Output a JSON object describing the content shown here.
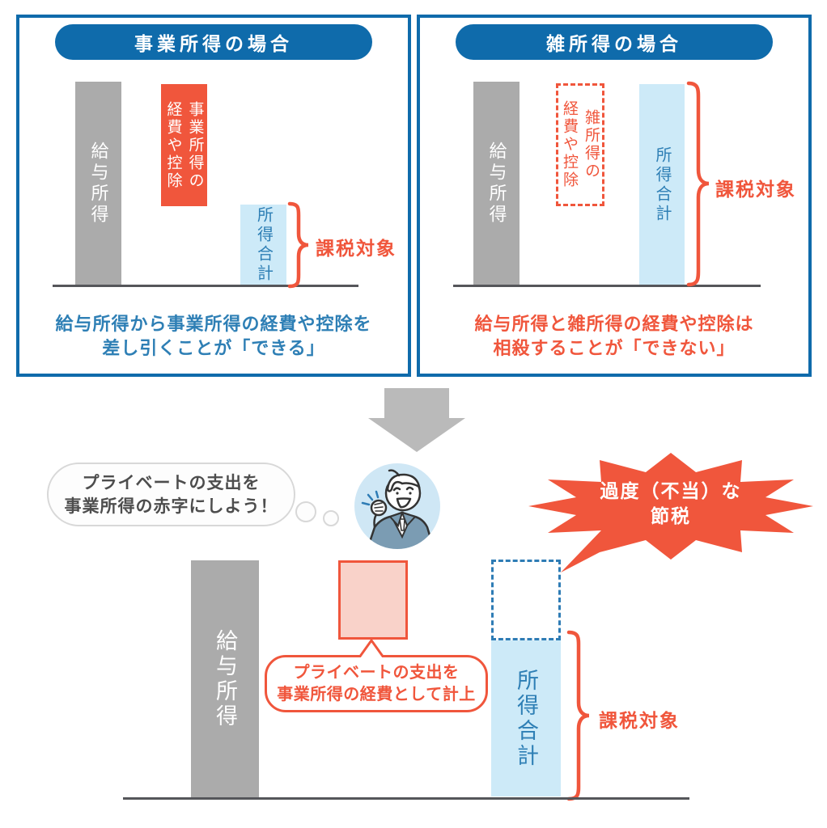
{
  "colors": {
    "brand_blue": "#0f6bab",
    "text_blue": "#2e7fb5",
    "coral": "#f0563c",
    "pink_fill": "#f9d2c9",
    "light_blue_fill": "#cdeaf8",
    "gray_bar": "#ababab",
    "arrow_gray": "#bababa",
    "baseline_gray": "#55565a"
  },
  "panels": {
    "business": {
      "title": "事業所得の場合",
      "salary_bar_label": "給与所得",
      "expense_bar_col1": "事業所得の",
      "expense_bar_col2": "経費や控除",
      "total_bar_label": "所得合計",
      "brace_label": "課税対象",
      "caption_line1": "給与所得から事業所得の経費や控除を",
      "caption_line2": "差し引くことが「できる」"
    },
    "misc": {
      "title": "雑所得の場合",
      "salary_bar_label": "給与所得",
      "expense_bar_col1": "雑所得の",
      "expense_bar_col2": "経費や控除",
      "total_bar_label": "所得合計",
      "brace_label": "課税対象",
      "caption_line1": "給与所得と雑所得の経費や控除は",
      "caption_line2": "相殺することが「できない」"
    }
  },
  "bottom": {
    "thought_line1": "プライベートの支出を",
    "thought_line2": "事業所得の赤字にしよう！",
    "burst_line1": "過度（不当）な",
    "burst_line2": "節税",
    "salary_bar_label": "給与所得",
    "total_bar_label": "所得合計",
    "callout_line1": "プライベートの支出を",
    "callout_line2": "事業所得の経費として計上",
    "brace_label": "課税対象"
  }
}
